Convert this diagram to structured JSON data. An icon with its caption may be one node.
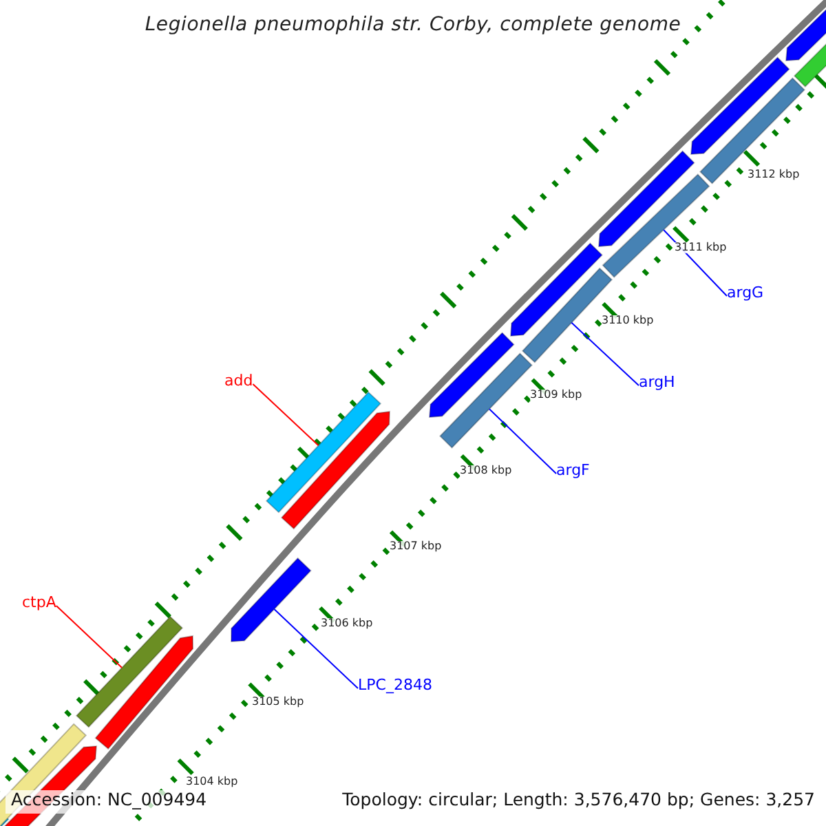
{
  "diagram": {
    "title": "Legionella pneumophila str. Corby, complete genome",
    "nodes": [
      {
        "text": [
          "add"
        ]
      },
      {
        "text": [],
        "shape": "bar"
      },
      {
        "text": [
          "argF"
        ]
      },
      {
        "text": [],
        "shape": "bar"
      },
      {
        "text": [
          "argH"
        ]
      },
      {
        "text": [],
        "shape": "bar"
      },
      {
        "text": [
          "argG"
        ]
      },
      {
        "text": [],
        "shape": "bar"
      },
      {
        "text": [
          "LPC_2848"
        ]
      },
      {
        "text": [],
        "shape": "arrow"
      },
      {
        "text": [
          "ctpA"
        ]
      },
      {
        "text": [],
        "shape": "bar"
      },
      {
        "text": [],
        "shape": "bar"
      },
      {
        "text": [],
        "shape": "bar"
      },
      {
        "text": [],
        "shape": "arrow"
      },
      {
        "text": [],
        "shape": "arrow"
      },
      {
        "text": [],
        "shape": "arrow"
      },
      {
        "text": [],
        "shape": "arrow"
      },
      {
        "text": [],
        "shape": "arrow"
      },
      {
        "text": [],
        "shape": "arrow"
      },
      {
        "text": [],
        "shape": "arrow"
      },
      {
        "text": [],
        "shape": "bar"
      },
      {
        "text": [],
        "shape": "bar"
      },
      {
        "text": [],
        "shape": "arrow"
      }
    ],
    "edges": [
      {
        "from": 0,
        "to": 1,
        "arrow": "none",
        "color": "#ff0000"
      },
      {
        "from": 2,
        "to": 3,
        "arrow": "none"
      },
      {
        "from": 4,
        "to": 5,
        "arrow": "none"
      },
      {
        "from": 6,
        "to": 7,
        "arrow": "none"
      },
      {
        "from": 8,
        "to": 9,
        "arrow": "none"
      },
      {
        "from": 10,
        "to": 11,
        "arrow": "none",
        "color": "#ff0000"
      }
    ],
    "labels": [
      "3112 kbp",
      "3111 kbp",
      "3110 kbp",
      "3109 kbp",
      "3108 kbp",
      "3107 kbp",
      "3106 kbp",
      "3105 kbp",
      "3104 kbp",
      "Accession: NC_009494",
      "Topology: circular; Length: 3,576,470 bp; Genes: 3,257"
    ]
  }
}
